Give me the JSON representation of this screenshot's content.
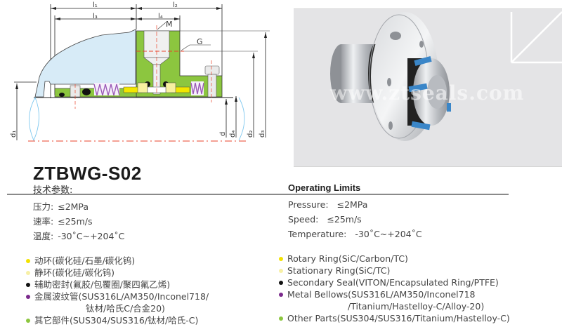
{
  "drawing": {
    "dimension_labels": {
      "l1": "l₁",
      "l2": "l₂",
      "l3": "l₃",
      "l4": "l₄",
      "M": "M",
      "G": "G",
      "d": "d",
      "d1": "d₁",
      "d2": "d₂",
      "d3": "d₃",
      "d4": "d₄"
    },
    "colors": {
      "gland": "#8cc63f",
      "housing": "#d7ebf7",
      "spring": "#9b59b6",
      "rotary_ring": "#f2e600",
      "stationary_ring": "#f7f0a0",
      "oring": "#111111",
      "centerline": "#e8432b",
      "shaft_outline": "#7ec8ef"
    }
  },
  "photo": {
    "watermark": "www.ztseals.com",
    "background": "#e4e4e6"
  },
  "header": {
    "model": "ZTBWG-S02",
    "cn_heading": "技术参数:",
    "en_heading": "Operating Limits"
  },
  "specs_cn": [
    {
      "label": "压力:",
      "value": "≤2MPa"
    },
    {
      "label": "速率:",
      "value": "≤25m/s"
    },
    {
      "label": "温度:",
      "value": "-30˚C~+204˚C"
    }
  ],
  "specs_en": [
    {
      "label": "Pressure:",
      "value": "≤2MPa"
    },
    {
      "label": "Speed:",
      "value": "≤25m/s"
    },
    {
      "label": "Temperature:",
      "value": "-30˚C~+204˚C"
    }
  ],
  "materials_cn": [
    {
      "color": "#f2e200",
      "text": "动环(碳化硅/石墨/碳化钨)"
    },
    {
      "color": "#f7f0a6",
      "text": "静环(碳化硅/碳化钨)"
    },
    {
      "color": "#111111",
      "text": "辅助密封(氟胶/包覆圈/聚四氟乙烯)"
    },
    {
      "color": "#7b2a8c",
      "text": "金属波纹管(SUS316L/AM350/Inconel718/",
      "continuation": "钛材/哈氏C/合金20)"
    },
    {
      "color": "#8cc63f",
      "text": "其它部件(SUS304/SUS316/钛材/哈氏-C)"
    }
  ],
  "materials_en": [
    {
      "color": "#f2e200",
      "text": "Rotary  Ring(SiC/Carbon/TC)"
    },
    {
      "color": "#f7f0a6",
      "text": "Stationary  Ring(SiC/TC)"
    },
    {
      "color": "#111111",
      "text": "Secondary  Seal(VITON/Encapsulated Ring/PTFE)"
    },
    {
      "color": "#7b2a8c",
      "text": "Metal  Bellows(SUS316L/AM350/Inconel718",
      "continuation": "/Titanium/Hastelloy-C/Alloy-20)"
    },
    {
      "color": "#8cc63f",
      "text": "Other  Parts(SUS304/SUS316/Titanium/Hastelloy-C)"
    }
  ]
}
